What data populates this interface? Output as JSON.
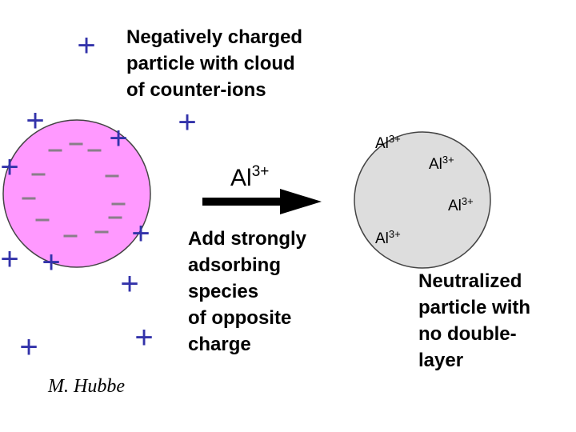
{
  "labels": {
    "top_caption": "Negatively charged\nparticle with cloud\nof counter-ions",
    "reagent_label": "Al",
    "reagent_charge": "3+",
    "add_caption": "Add strongly\nadsorbing\nspecies\nof opposite\ncharge",
    "result_caption": "Neutralized\nparticle with\nno double-\nlayer",
    "author": "M. Hubbe"
  },
  "ions": {
    "plus_symbol": "+",
    "minus_symbol": "−",
    "adsorbed_ion_label": "Al",
    "adsorbed_ion_charge": "3+"
  },
  "colors": {
    "charged_particle_fill": "#ff99ff",
    "neutral_particle_fill": "#dddddd",
    "plus_ion": "#3333aa",
    "minus_charge": "#8a7e8a",
    "arrow": "#000000"
  }
}
